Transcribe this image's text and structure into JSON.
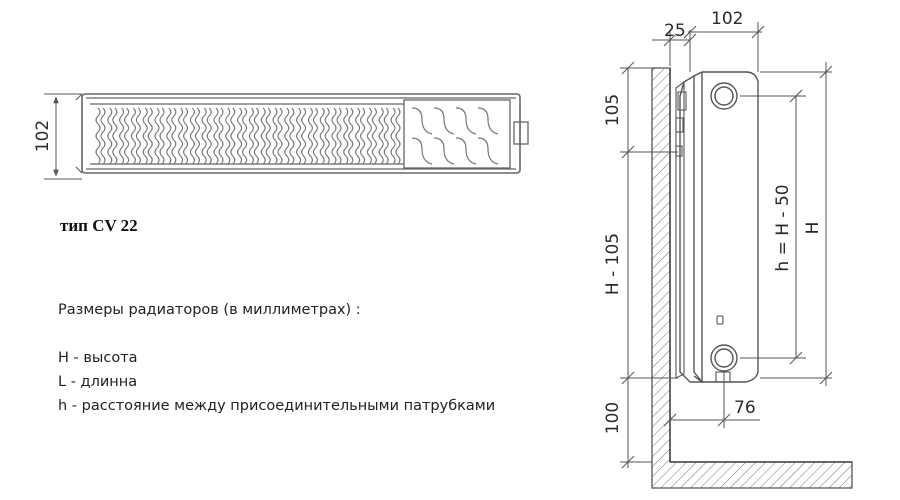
{
  "type_label": "тип CV 22",
  "legend": {
    "heading": "Размеры радиаторов (в миллиметрах)  :",
    "items": [
      {
        "key": "H",
        "text": " - высота"
      },
      {
        "key": "L",
        "text": " - длинна"
      },
      {
        "key": "h",
        "text": " - расстояние между присоединительными патрубками"
      }
    ]
  },
  "top_view": {
    "depth_label": "102"
  },
  "side_view": {
    "wall_gap_label": "25",
    "depth_label": "102",
    "top_offset_label": "105",
    "middle_label": "H - 105",
    "bottom_offset_label": "100",
    "axis_distance_label": "h = H - 50",
    "height_label": "H",
    "bottom_depth_label": "76"
  }
}
